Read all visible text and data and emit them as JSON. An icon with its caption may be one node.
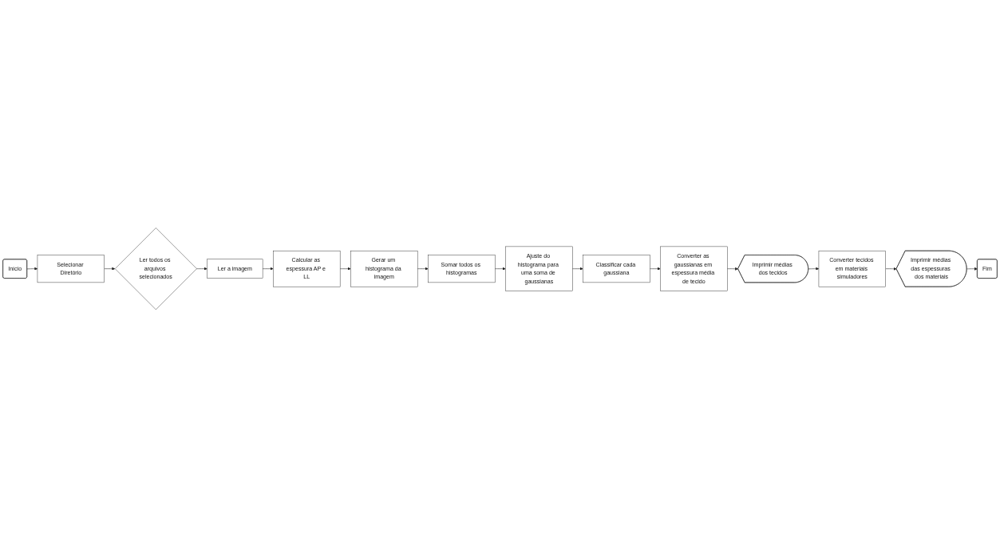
{
  "diagram": {
    "nodes": [
      {
        "text": [
          "Início"
        ]
      },
      {
        "text": [
          "Selecionar Diretório"
        ]
      },
      {
        "text": [
          "Ler todos os arquivos selecionados"
        ]
      },
      {
        "text": [
          "Ler a imagem"
        ]
      },
      {
        "text": [
          "Calcular as espessura AP e LL"
        ]
      },
      {
        "text": [
          "Gerar um histograma da imagem"
        ]
      },
      {
        "text": [
          "Somar todos os histogramas"
        ]
      },
      {
        "text": [
          "Ajuste do histograma para uma soma de gaussianas"
        ]
      },
      {
        "text": [
          "Classificar cada gaussiana"
        ]
      },
      {
        "text": [
          "Converter as gaussianas em espessura média de tecido"
        ]
      },
      {
        "text": [
          "Imprimir médias dos tecidos"
        ]
      },
      {
        "text": [
          "Converter tecidos em materiais simuladores"
        ]
      },
      {
        "text": [
          "Imprimir médias das espessuras dos materiais"
        ]
      },
      {
        "text": [
          "Fim"
        ]
      }
    ],
    "edges": [
      {
        "from": 0,
        "to": 1,
        "arrow": "to"
      },
      {
        "from": 1,
        "to": 2,
        "arrow": "to"
      },
      {
        "from": 2,
        "to": 3,
        "arrow": "to"
      },
      {
        "from": 3,
        "to": 4,
        "arrow": "to"
      },
      {
        "from": 4,
        "to": 5,
        "arrow": "to"
      },
      {
        "from": 5,
        "to": 6,
        "arrow": "to"
      },
      {
        "from": 6,
        "to": 7,
        "arrow": "to"
      },
      {
        "from": 7,
        "to": 8,
        "arrow": "to"
      },
      {
        "from": 8,
        "to": 9,
        "arrow": "to"
      },
      {
        "from": 9,
        "to": 10,
        "arrow": "to"
      },
      {
        "from": 10,
        "to": 11,
        "arrow": "to"
      },
      {
        "from": 11,
        "to": 12,
        "arrow": "to"
      },
      {
        "from": 12,
        "to": 13,
        "arrow": "to"
      }
    ]
  }
}
